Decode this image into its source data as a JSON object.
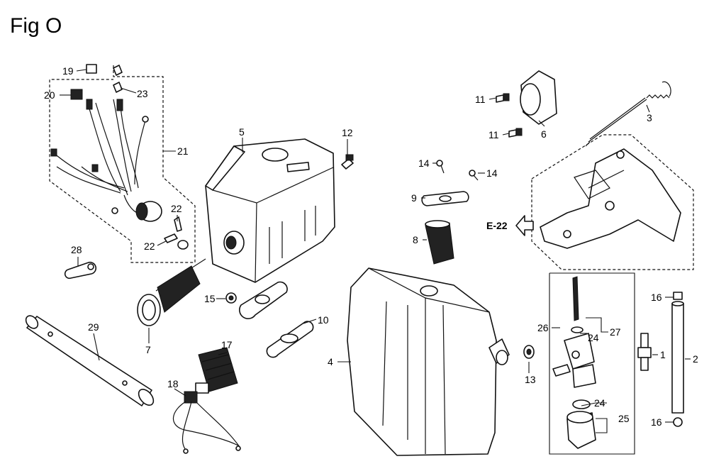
{
  "figure": {
    "title": "Fig O"
  },
  "reference": {
    "label": "E-22"
  },
  "callouts": [
    {
      "id": "19",
      "text": "19"
    },
    {
      "id": "20",
      "text": "20"
    },
    {
      "id": "23",
      "text": "23"
    },
    {
      "id": "21",
      "text": "21"
    },
    {
      "id": "22a",
      "text": "22"
    },
    {
      "id": "22b",
      "text": "22"
    },
    {
      "id": "28",
      "text": "28"
    },
    {
      "id": "29",
      "text": "29"
    },
    {
      "id": "5",
      "text": "5"
    },
    {
      "id": "12",
      "text": "12"
    },
    {
      "id": "15",
      "text": "15"
    },
    {
      "id": "7",
      "text": "7"
    },
    {
      "id": "10",
      "text": "10"
    },
    {
      "id": "17",
      "text": "17"
    },
    {
      "id": "18",
      "text": "18"
    },
    {
      "id": "4",
      "text": "4"
    },
    {
      "id": "11a",
      "text": "11"
    },
    {
      "id": "11b",
      "text": "11"
    },
    {
      "id": "6",
      "text": "6"
    },
    {
      "id": "3",
      "text": "3"
    },
    {
      "id": "14a",
      "text": "14"
    },
    {
      "id": "14b",
      "text": "14"
    },
    {
      "id": "9",
      "text": "9"
    },
    {
      "id": "8",
      "text": "8"
    },
    {
      "id": "26",
      "text": "26"
    },
    {
      "id": "27",
      "text": "27"
    },
    {
      "id": "24a",
      "text": "24"
    },
    {
      "id": "24b",
      "text": "24"
    },
    {
      "id": "25",
      "text": "25"
    },
    {
      "id": "13",
      "text": "13"
    },
    {
      "id": "16a",
      "text": "16"
    },
    {
      "id": "16b",
      "text": "16"
    },
    {
      "id": "1",
      "text": "1"
    },
    {
      "id": "2",
      "text": "2"
    }
  ]
}
